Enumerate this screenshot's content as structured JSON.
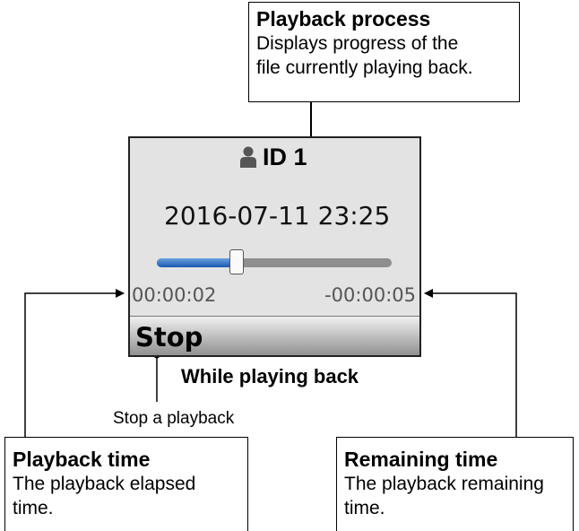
{
  "callouts": {
    "process": {
      "title": "Playback process",
      "desc_line1": "Displays progress of the",
      "desc_line2": "file currently playing back."
    },
    "playback_time": {
      "title": "Playback time",
      "desc_line1": "The playback elapsed",
      "desc_line2": "time."
    },
    "remaining_time": {
      "title": "Remaining time",
      "desc_line1": "The playback remaining",
      "desc_line2": "time."
    }
  },
  "screen": {
    "id_label": "ID 1",
    "id_icon": "person-icon",
    "datetime": "2016-07-11 23:25",
    "progress_fraction": 0.34,
    "elapsed": "00:00:02",
    "remaining": "-00:00:05",
    "stop_label": "Stop"
  },
  "caption": "While playing back",
  "stop_note": "Stop a playback",
  "colors": {
    "progress_fill": "#1a58b0",
    "screen_bg": "#e3e3e3"
  }
}
